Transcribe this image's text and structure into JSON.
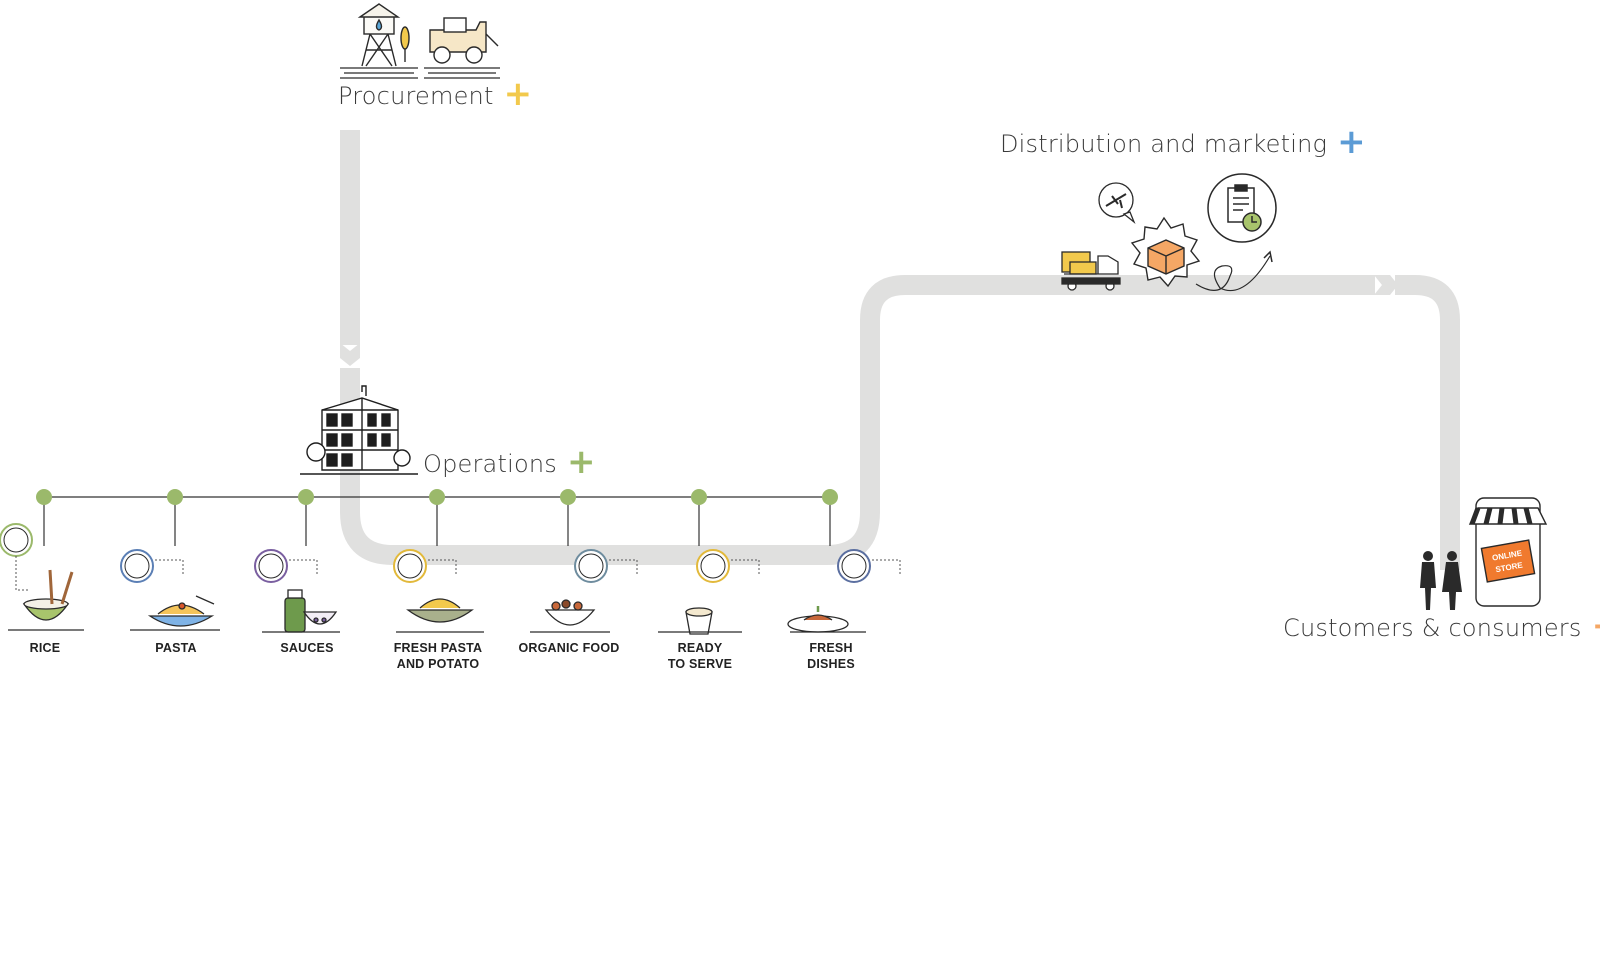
{
  "stages": {
    "procurement": {
      "label": "Procurement",
      "plus": "+",
      "accent": "#f2c94c"
    },
    "operations": {
      "label": "Operations",
      "plus": "+",
      "accent": "#9bb96b"
    },
    "distribution": {
      "label": "Distribution and marketing",
      "plus": "+",
      "accent": "#5b9bd5"
    },
    "customers": {
      "label": "Customers & consumers",
      "plus": "+",
      "accent": "#f5a765"
    }
  },
  "categories": [
    {
      "lines": [
        "RICE"
      ],
      "icon": "rice-bowl-icon",
      "ring": "#9bb96b"
    },
    {
      "lines": [
        "PASTA"
      ],
      "icon": "pasta-plate-icon",
      "ring": "#5b7fb5"
    },
    {
      "lines": [
        "SAUCES"
      ],
      "icon": "sauce-jar-icon",
      "ring": "#7a5fa0"
    },
    {
      "lines": [
        "FRESH PASTA",
        "AND POTATO"
      ],
      "icon": "fresh-pasta-icon",
      "ring": "#e2b93b"
    },
    {
      "lines": [
        "ORGANIC FOOD"
      ],
      "icon": "organic-bowl-icon",
      "ring": "#6e8c9e"
    },
    {
      "lines": [
        "READY",
        "TO SERVE"
      ],
      "icon": "ready-cup-icon",
      "ring": "#e2b93b"
    },
    {
      "lines": [
        "FRESH",
        "DISHES"
      ],
      "icon": "fresh-dish-icon",
      "ring": "#5b6fa0"
    }
  ],
  "colors": {
    "road": "#e0e0df",
    "node": "#9bb96b",
    "line": "#333333",
    "ink": "#2a2a2a",
    "orange": "#f07a2e"
  },
  "icons": [
    "water-tower-icon",
    "tractor-icon",
    "factory-building-icon",
    "delivery-truck-icon",
    "airplane-bubble-icon",
    "package-burst-icon",
    "clipboard-clock-icon",
    "people-icon",
    "online-store-icon"
  ],
  "store_sign": [
    "ONLINE",
    "STORE"
  ]
}
